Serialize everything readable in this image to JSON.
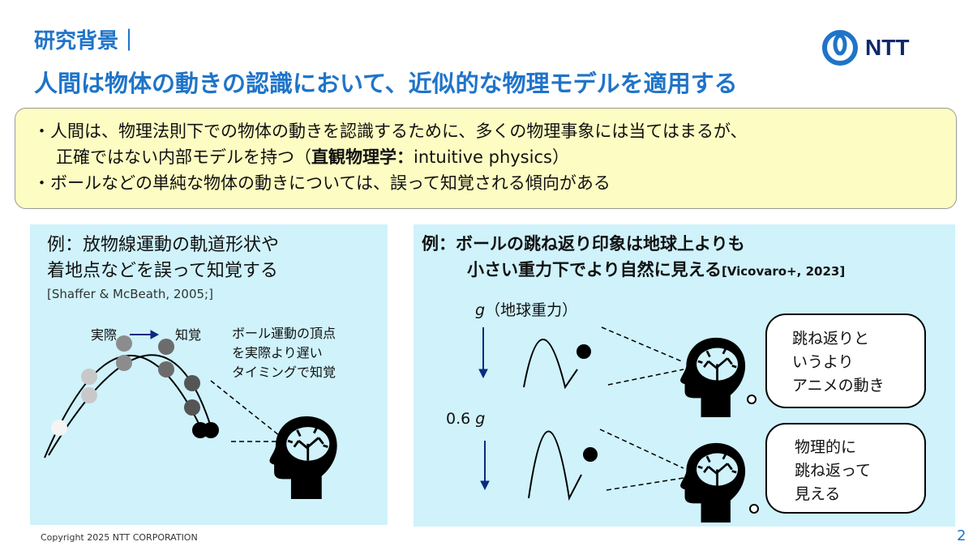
{
  "header": {
    "section": "研究背景｜",
    "title": "人間は物体の動きの認識において、近似的な物理モデルを適用する",
    "logo_text": "NTT"
  },
  "summary": {
    "bullets": [
      {
        "prefix": "・",
        "lines": [
          "人間は、物理法則下での物体の動きを認識するために、多くの物理事象には当てはまるが、"
        ],
        "line2_pre": "正確ではない内部モデルを持つ（",
        "line2_bold": "直観物理学：",
        "line2_post": "intuitive physics）"
      },
      {
        "prefix": "・",
        "text": "ボールなどの単純な物体の動きについては、誤って知覚される傾向がある"
      }
    ]
  },
  "left_panel": {
    "line1": "例：放物線運動の軌道形状や",
    "line2": "着地点などを誤って知覚する",
    "citation": "[Shaffer & McBeath, 2005;]",
    "label_actual": "実際",
    "label_perceived": "知覚",
    "note": [
      "ボール運動の頂点",
      "を実際より遅い",
      "タイミングで知覚"
    ]
  },
  "right_panel": {
    "line1": "例：ボールの跳ね返り印象は地球上よりも",
    "line2": "小さい重力下でより自然に見える",
    "citation": "[Vicovaro+, 2023]",
    "g_label": "g",
    "g_note": "（地球重力）",
    "g2_num": "0.6 ",
    "g2_label": "g",
    "bubble1": [
      "跳ね返りと",
      "いうより",
      "アニメの動き"
    ],
    "bubble2": [
      "物理的に",
      "跳ね返って",
      "見える"
    ]
  },
  "footer": {
    "copyright": "Copyright 2025 NTT CORPORATION",
    "page": "2"
  },
  "colors": {
    "accent": "#1f74c9",
    "panel": "#cff2fb",
    "summary_bg": "#fdfcc2",
    "arrow": "#0b2a80"
  }
}
